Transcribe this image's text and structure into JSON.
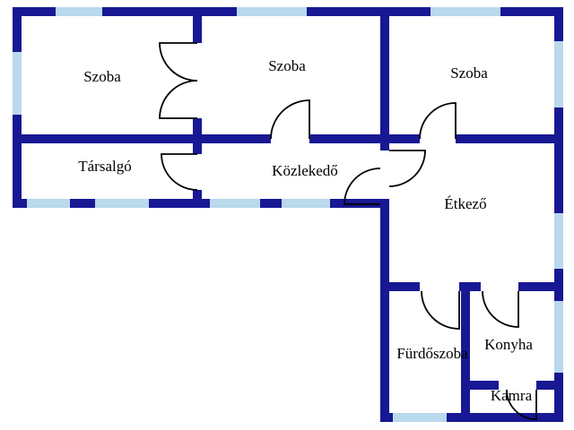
{
  "colors": {
    "wall": "#181894",
    "window": "#b9d9ec",
    "door": "#000000",
    "label": "#000000",
    "background": "#ffffff"
  },
  "rooms": [
    {
      "id": "szoba-1",
      "label": "Szoba"
    },
    {
      "id": "szoba-2",
      "label": "Szoba"
    },
    {
      "id": "szoba-3",
      "label": "Szoba"
    },
    {
      "id": "tarsalgo",
      "label": "Társalgó"
    },
    {
      "id": "kozlekedo",
      "label": "Közlekedő"
    },
    {
      "id": "etkezo",
      "label": "Étkező"
    },
    {
      "id": "furdoszoba",
      "label": "Fürdőszoba"
    },
    {
      "id": "konyha",
      "label": "Konyha"
    },
    {
      "id": "kamra",
      "label": "Kamra"
    }
  ]
}
